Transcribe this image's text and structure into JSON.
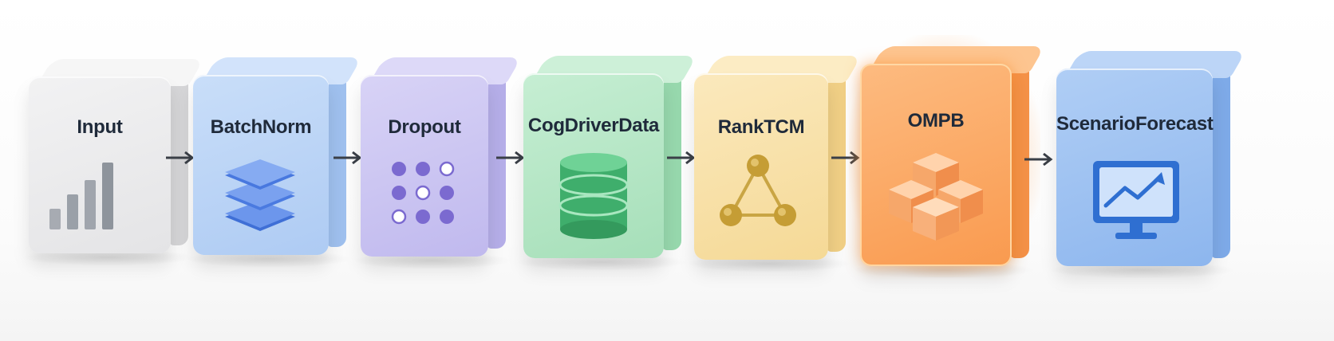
{
  "diagram": {
    "blocks": [
      {
        "label": "Input",
        "face": "#e9e9ea",
        "top": "#f6f6f6",
        "side": "#d5d5d7",
        "icon": "bars-chart-icon"
      },
      {
        "label": "BatchNorm",
        "face": "#b9d3f6",
        "top": "#d2e3fb",
        "side": "#9fc0ee",
        "icon": "layers-icon"
      },
      {
        "label": "Dropout",
        "face": "#cbc5f1",
        "top": "#ddd9f8",
        "side": "#b5aee8",
        "icon": "dot-grid-icon"
      },
      {
        "label": "CogDriverData",
        "face": "#b6e7c6",
        "top": "#cdf0d8",
        "side": "#97d8ad",
        "icon": "database-icon"
      },
      {
        "label": "RankTCM",
        "face": "#f8e1a6",
        "top": "#fcecc4",
        "side": "#f0cf85",
        "icon": "triangle-graph-icon"
      },
      {
        "label": "OMPB",
        "face": "#fbad6b",
        "top": "#fdc590",
        "side": "#f49248",
        "icon": "cubes-icon"
      },
      {
        "label": "ScenarioForecast",
        "face": "#9cc1f1",
        "top": "#bcd5f7",
        "side": "#7eaae8",
        "icon": "monitor-trend-icon"
      }
    ],
    "highlighted_block": "OMPB",
    "arrow_color": "#3a3f47"
  }
}
